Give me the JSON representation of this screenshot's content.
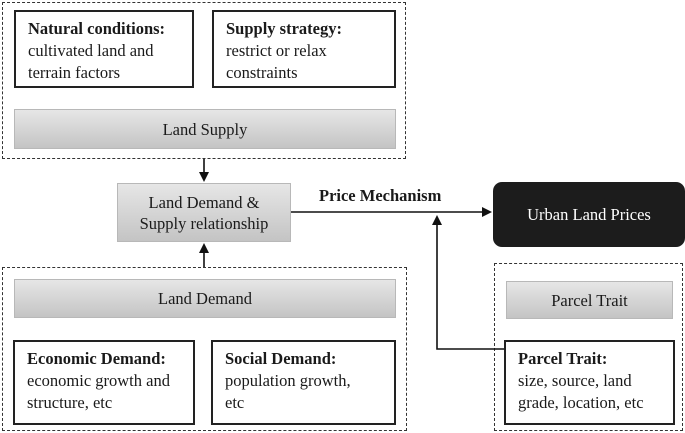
{
  "supply_group": {
    "natural": {
      "title": "Natural conditions:",
      "line1": "cultivated land and",
      "line2": "terrain factors"
    },
    "strategy": {
      "title": "Supply strategy:",
      "line1": "restrict or relax",
      "line2": "constraints"
    },
    "bar_label": "Land Supply"
  },
  "relationship": {
    "line1": "Land Demand &",
    "line2": "Supply relationship"
  },
  "price_mechanism": "Price Mechanism",
  "urban_land_prices": "Urban Land Prices",
  "demand_group": {
    "bar_label": "Land Demand",
    "economic": {
      "title": "Economic Demand:",
      "line1": "economic growth and",
      "line2": "structure, etc"
    },
    "social": {
      "title": "Social Demand:",
      "line1": "population growth,",
      "line2": "etc"
    }
  },
  "parcel_group": {
    "bar_label": "Parcel Trait",
    "detail": {
      "title": "Parcel Trait:",
      "line1": "size, source, land",
      "line2": "grade, location, etc"
    }
  }
}
